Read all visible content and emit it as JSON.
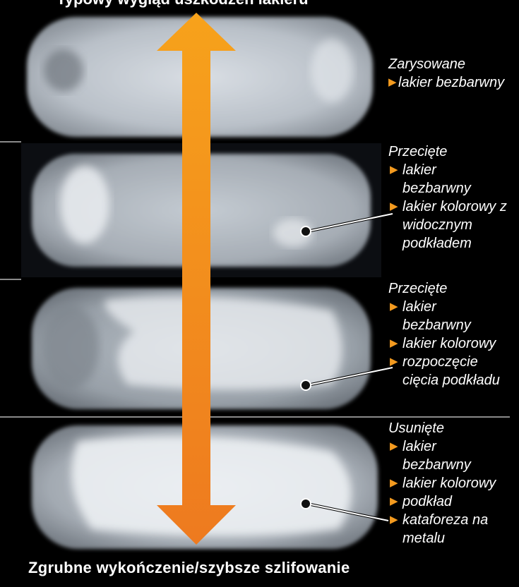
{
  "top_heading_partial": "Typowy wygląd uszkodzeń lakieru",
  "footer": "Zgrubne wykończenie/szybsze szlifowanie",
  "sections": [
    {
      "title": "Zarysowane",
      "items": [
        "lakier bezbarwny"
      ]
    },
    {
      "title": "Przecięte",
      "items": [
        "lakier bezbarwny",
        "lakier kolorowy z widocznym podkładem"
      ]
    },
    {
      "title": "Przecięte",
      "items": [
        "lakier bezbarwny",
        "lakier kolorowy",
        "rozpoczęcie cięcia podkładu"
      ]
    },
    {
      "title": "Usunięte",
      "items": [
        "lakier bezbarwny",
        "lakier kolorowy",
        "podkład",
        "kataforeza na metalu"
      ]
    }
  ],
  "colors": {
    "arrow_top": "#f7a21b",
    "arrow_bottom": "#ee7a1f",
    "bullet": "#f39a1f",
    "background": "#000000",
    "divider": "#8a8a8a"
  },
  "icons": [
    "triangle-bullet-icon",
    "double-arrow-icon",
    "pointer-callout-icon"
  ]
}
